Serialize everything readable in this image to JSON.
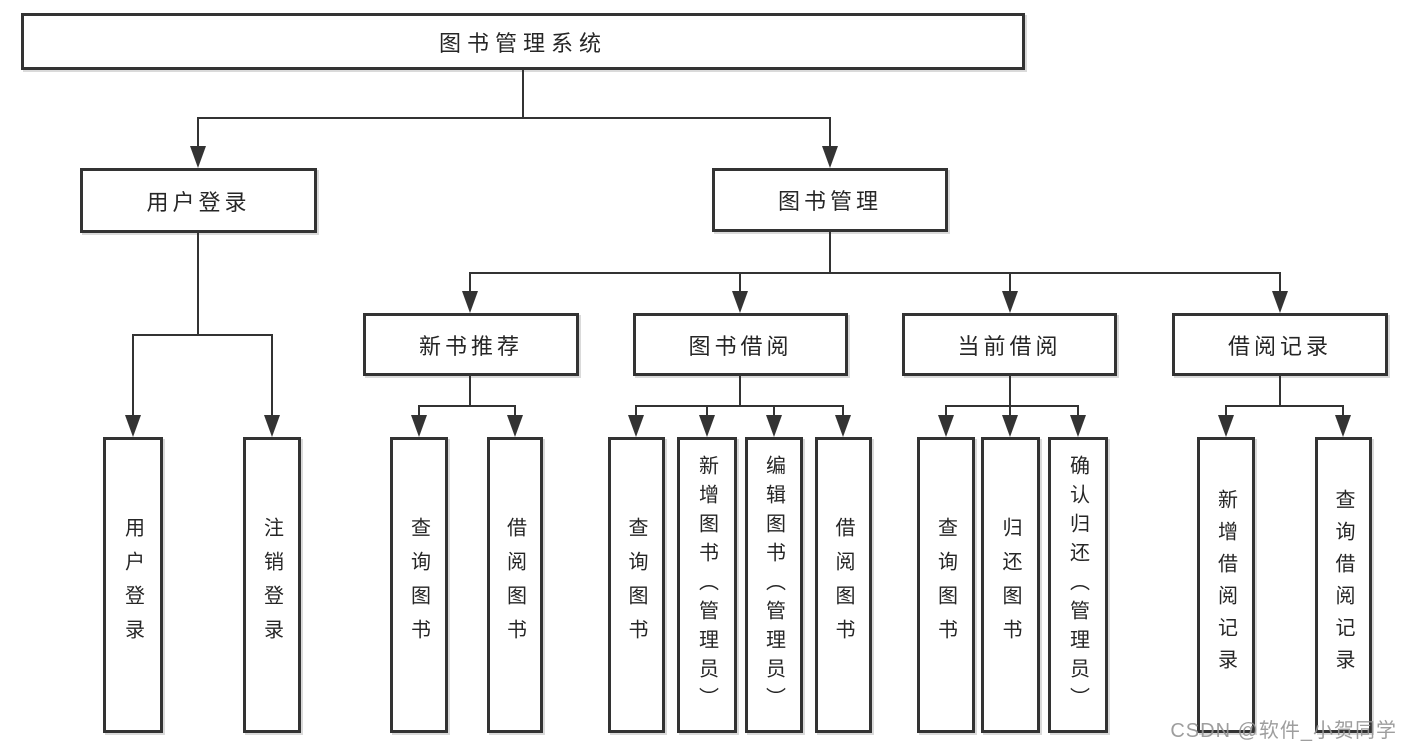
{
  "diagram": {
    "root": {
      "label": "图书管理系统"
    },
    "branches": [
      {
        "label": "用户登录",
        "children": [
          {
            "label": "用户登录"
          },
          {
            "label": "注销登录"
          }
        ]
      },
      {
        "label": "图书管理",
        "children": [
          {
            "label": "新书推荐",
            "children": [
              {
                "label": "查询图书"
              },
              {
                "label": "借阅图书"
              }
            ]
          },
          {
            "label": "图书借阅",
            "children": [
              {
                "label": "查询图书"
              },
              {
                "label": "新增图书（管理员）"
              },
              {
                "label": "编辑图书（管理员）"
              },
              {
                "label": "借阅图书"
              }
            ]
          },
          {
            "label": "当前借阅",
            "children": [
              {
                "label": "查询图书"
              },
              {
                "label": "归还图书"
              },
              {
                "label": "确认归还（管理员）"
              }
            ]
          },
          {
            "label": "借阅记录",
            "children": [
              {
                "label": "新增借阅记录"
              },
              {
                "label": "查询借阅记录"
              }
            ]
          }
        ]
      }
    ]
  },
  "watermark": {
    "text": "CSDN @软件_小贺同学"
  },
  "colors": {
    "line": "#333333",
    "box_border": "#333333",
    "box_fill": "#ffffff",
    "text": "#262626",
    "watermark": "#969696",
    "background": "#ffffff"
  }
}
